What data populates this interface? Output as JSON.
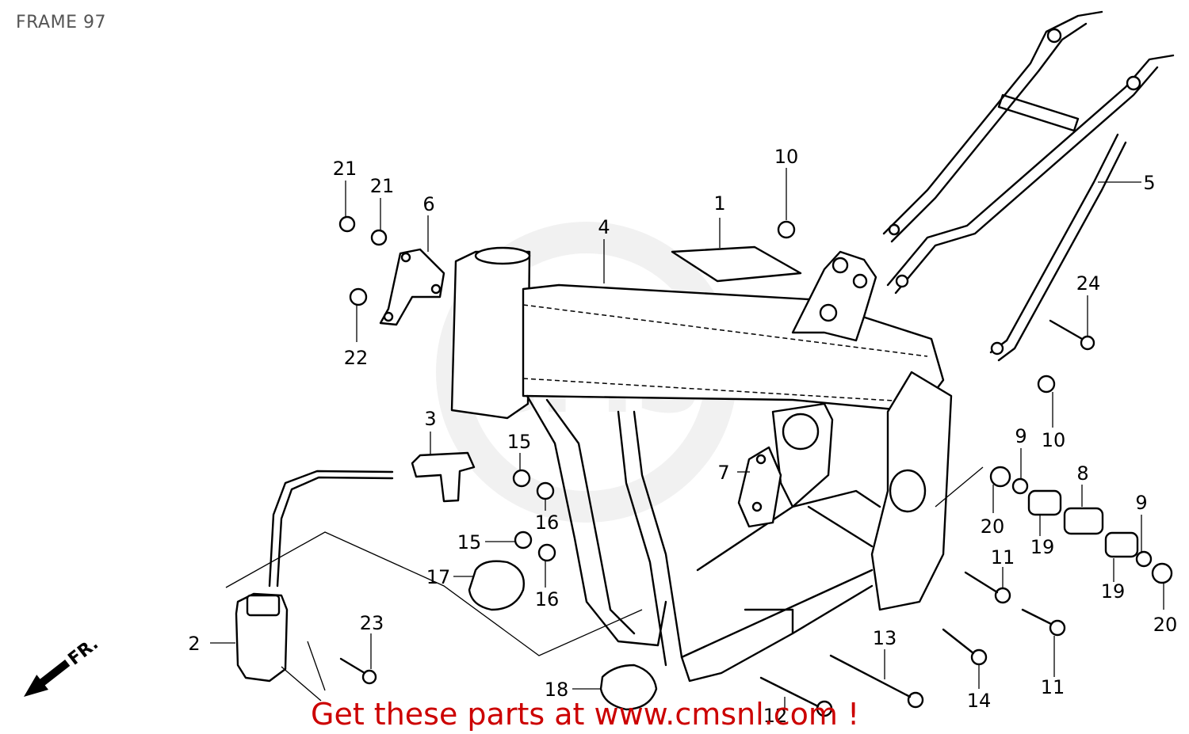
{
  "header": {
    "title": "FRAME 97"
  },
  "footer": {
    "text": "Get these parts at www.cmsnl.com !"
  },
  "direction_marker": {
    "label": "FR.",
    "icon": "arrow-icon"
  },
  "watermark": {
    "text": "CMS"
  },
  "colors": {
    "footer_text": "#cc0000",
    "title_text": "#555555",
    "line_art": "#000000",
    "watermark": "#e6e6e6"
  },
  "callouts": [
    {
      "id": "c1",
      "number": "1"
    },
    {
      "id": "c2",
      "number": "2"
    },
    {
      "id": "c3",
      "number": "3"
    },
    {
      "id": "c4",
      "number": "4"
    },
    {
      "id": "c5",
      "number": "5"
    },
    {
      "id": "c6",
      "number": "6"
    },
    {
      "id": "c7",
      "number": "7"
    },
    {
      "id": "c8",
      "number": "8"
    },
    {
      "id": "c9a",
      "number": "9"
    },
    {
      "id": "c9b",
      "number": "9"
    },
    {
      "id": "c10a",
      "number": "10"
    },
    {
      "id": "c10b",
      "number": "10"
    },
    {
      "id": "c11a",
      "number": "11"
    },
    {
      "id": "c11b",
      "number": "11"
    },
    {
      "id": "c12",
      "number": "12"
    },
    {
      "id": "c13",
      "number": "13"
    },
    {
      "id": "c14",
      "number": "14"
    },
    {
      "id": "c15a",
      "number": "15"
    },
    {
      "id": "c15b",
      "number": "15"
    },
    {
      "id": "c16a",
      "number": "16"
    },
    {
      "id": "c16b",
      "number": "16"
    },
    {
      "id": "c17",
      "number": "17"
    },
    {
      "id": "c18",
      "number": "18"
    },
    {
      "id": "c19a",
      "number": "19"
    },
    {
      "id": "c19b",
      "number": "19"
    },
    {
      "id": "c20a",
      "number": "20"
    },
    {
      "id": "c20b",
      "number": "20"
    },
    {
      "id": "c21a",
      "number": "21"
    },
    {
      "id": "c21b",
      "number": "21"
    },
    {
      "id": "c22",
      "number": "22"
    },
    {
      "id": "c23",
      "number": "23"
    },
    {
      "id": "c24",
      "number": "24"
    }
  ]
}
